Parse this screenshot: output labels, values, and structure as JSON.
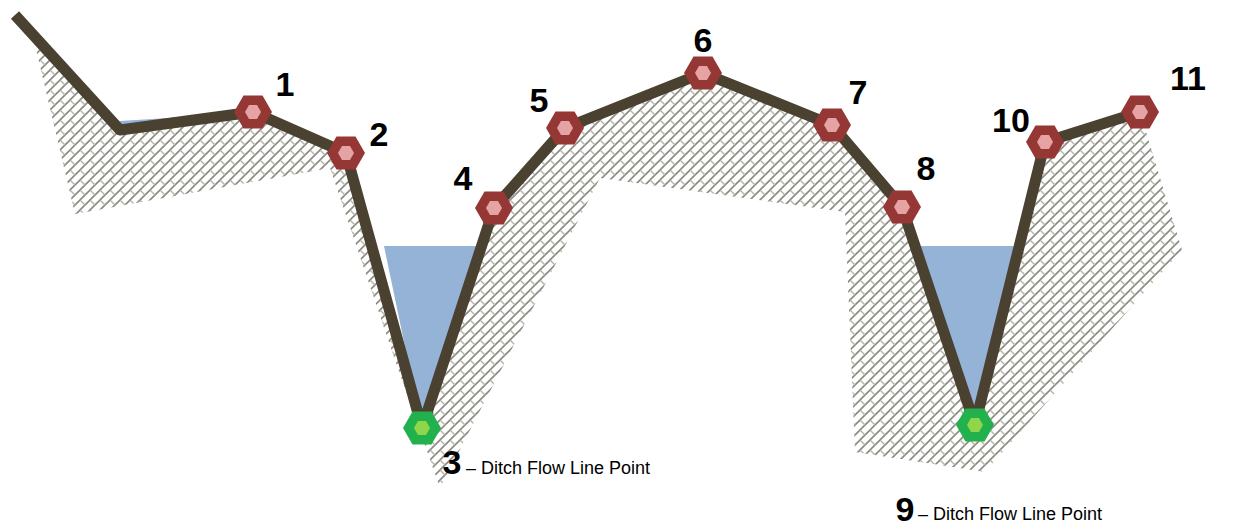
{
  "diagram": {
    "labels": [
      "1",
      "2",
      "4",
      "5",
      "6",
      "7",
      "8",
      "10",
      "11",
      "3",
      "– Ditch Flow Line Point",
      "9",
      "– Ditch Flow Line Point"
    ]
  }
}
